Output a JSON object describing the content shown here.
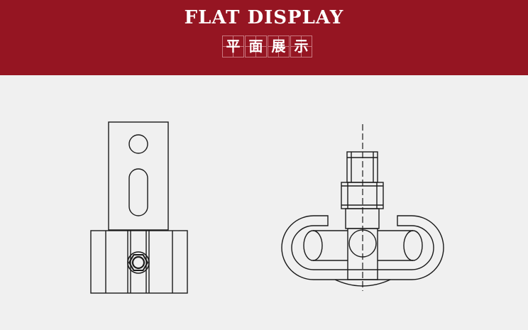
{
  "header": {
    "title_en": "FLAT DISPLAY",
    "title_cn": [
      "平",
      "面",
      "展",
      "示"
    ]
  },
  "colors": {
    "banner": "#951522",
    "background": "#f0f0f0",
    "line": "#1a1a1a"
  }
}
